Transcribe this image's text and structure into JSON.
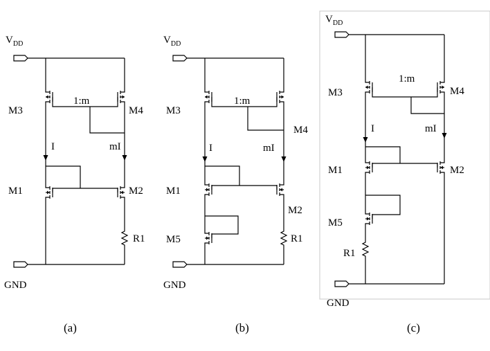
{
  "supply": {
    "main": "V",
    "sub": "DD"
  },
  "ground": "GND",
  "ratio": "1:m",
  "current_ref": "I",
  "current_mirror": "mI",
  "transistors": {
    "m1": "M1",
    "m2": "M2",
    "m3": "M3",
    "m4": "M4",
    "m5": "M5"
  },
  "resistor": "R1",
  "captions": {
    "a": "(a)",
    "b": "(b)",
    "c": "(c)"
  }
}
